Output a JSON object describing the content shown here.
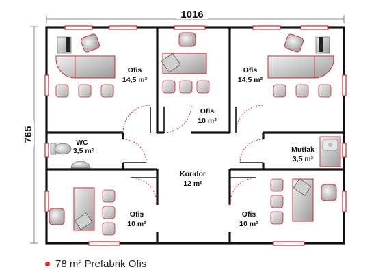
{
  "plan": {
    "width_label": "1016",
    "height_label": "765",
    "caption": "78 m² Prefabrik Ofis",
    "accent_color": "#d9232e",
    "wall_color": "#111111",
    "rooms": {
      "office_top_left": {
        "name": "Ofis",
        "area": "14,5 m²"
      },
      "office_top_center": {
        "name": "Ofis",
        "area": "10 m²"
      },
      "office_top_right": {
        "name": "Ofis",
        "area": "14,5 m²"
      },
      "wc": {
        "name": "WC",
        "area": "3,5 m²"
      },
      "kitchen": {
        "name": "Mutfak",
        "area": "3,5 m²"
      },
      "corridor": {
        "name": "Koridor",
        "area": "12 m²"
      },
      "office_bottom_left": {
        "name": "Ofis",
        "area": "10 m²"
      },
      "office_bottom_right": {
        "name": "Ofis",
        "area": "10 m²"
      }
    }
  }
}
